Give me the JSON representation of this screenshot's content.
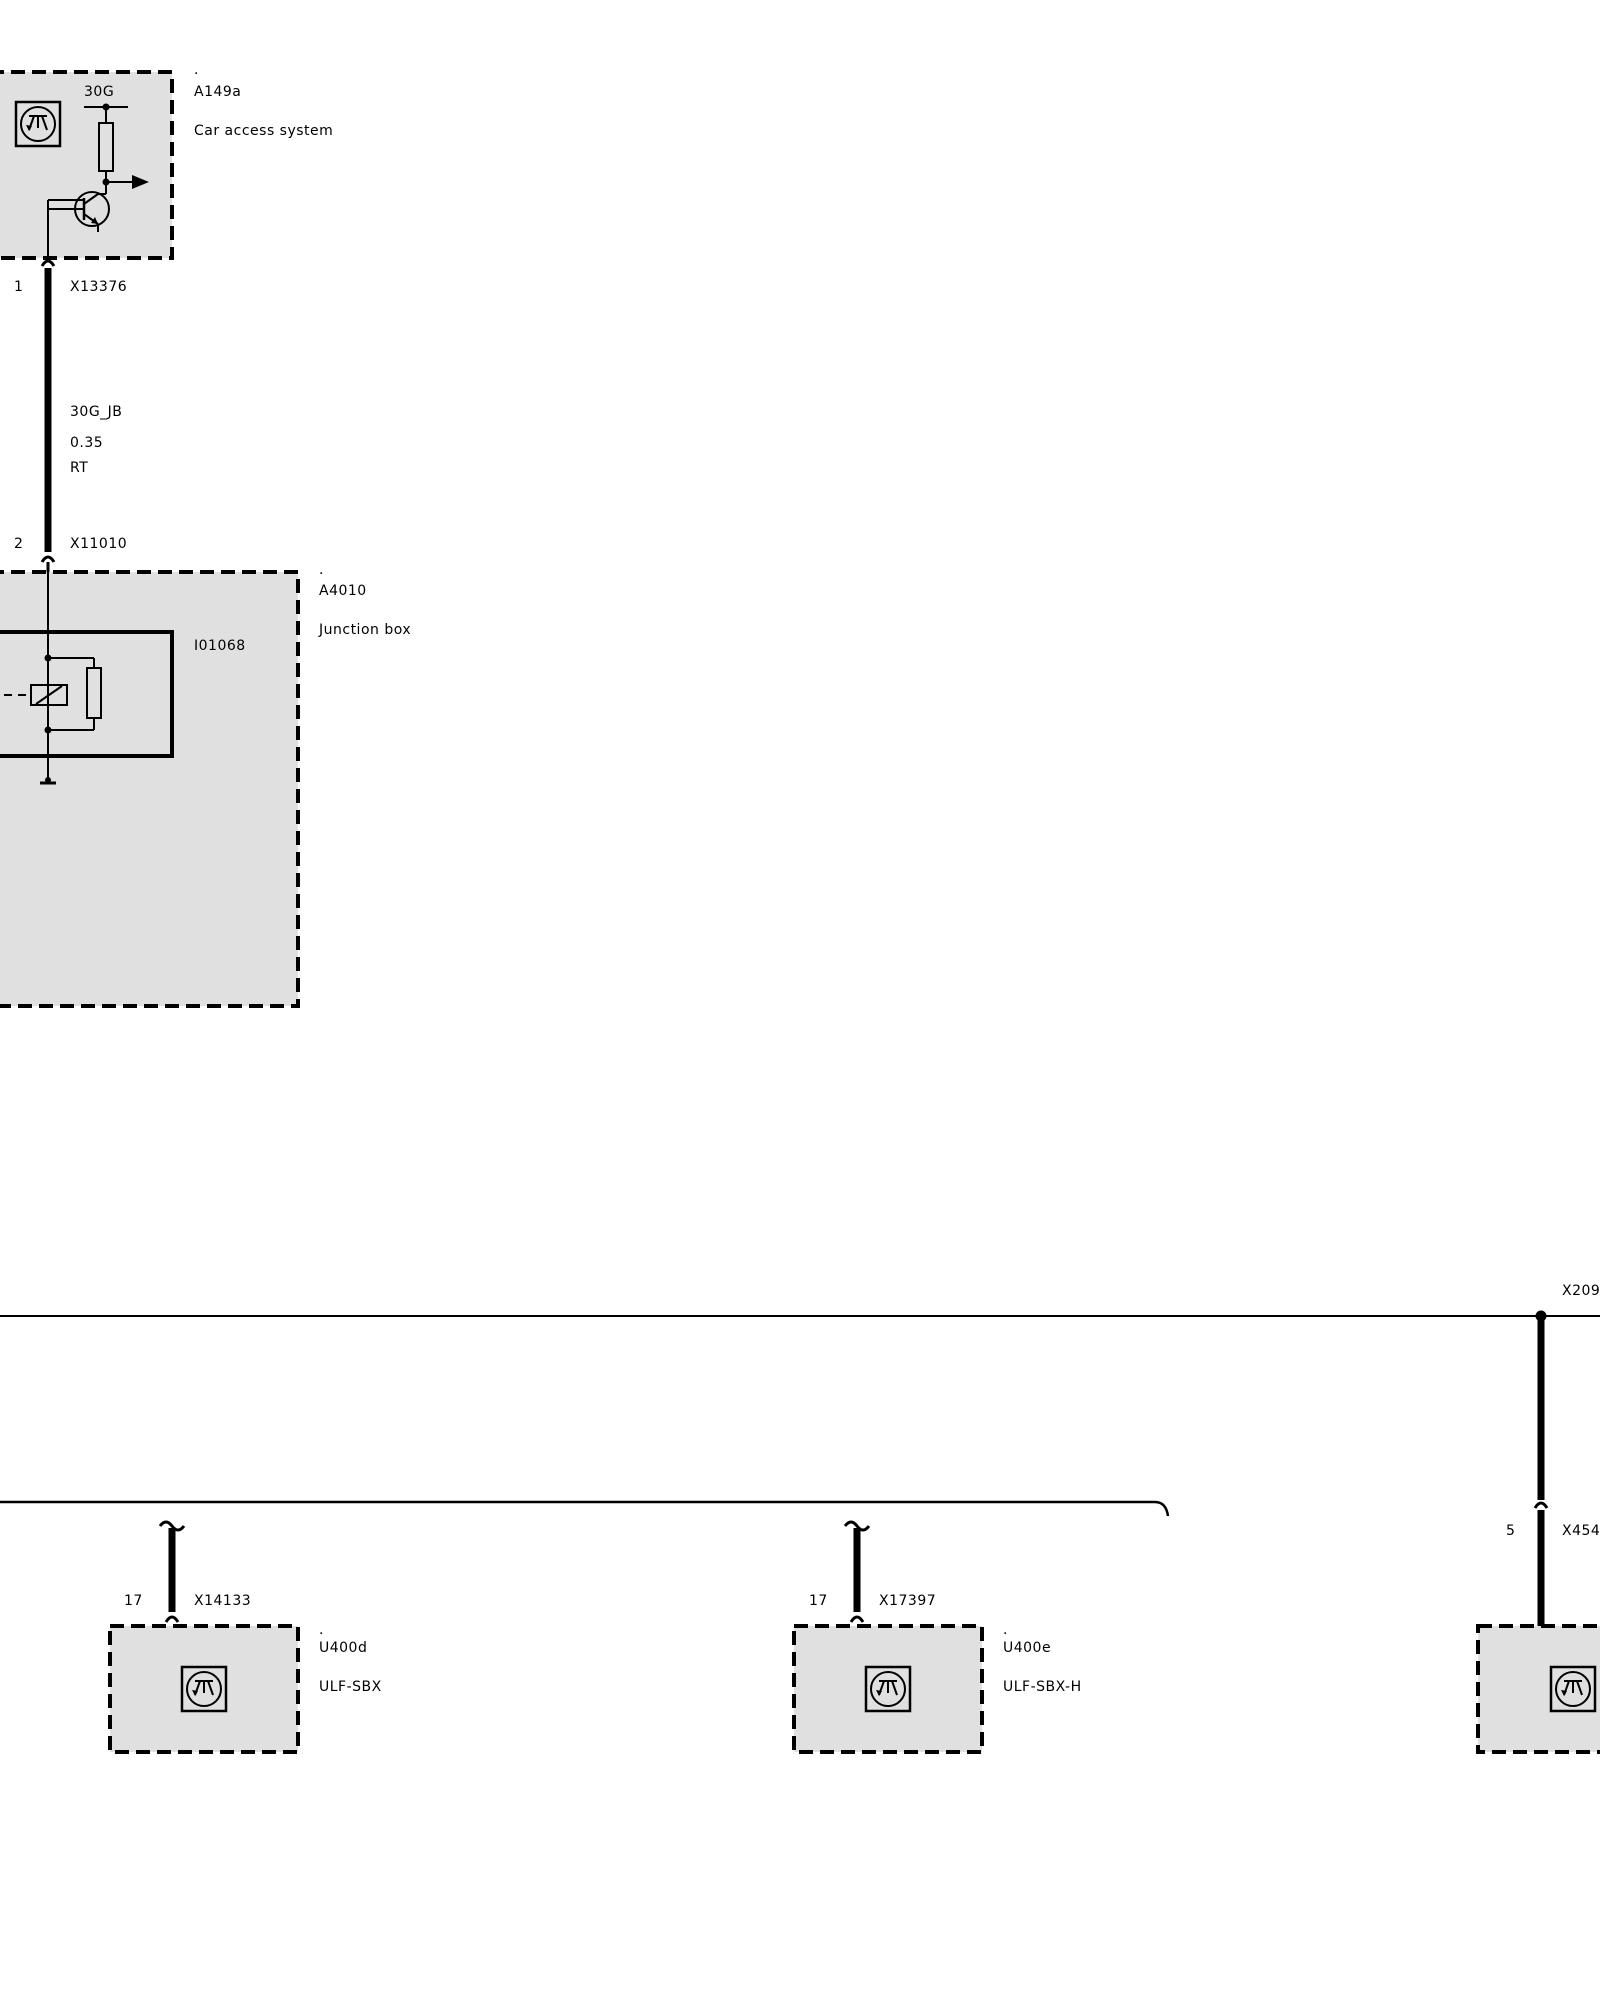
{
  "components": {
    "car_access": {
      "id": "A149a",
      "name": "Car access system",
      "dot": ".",
      "terminal": "30G"
    },
    "junction_box": {
      "id": "A4010",
      "name": "Junction box",
      "dot": ".",
      "internal_id": "I01068"
    },
    "ulf_sbx": {
      "id": "U400d",
      "name": "ULF-SBX",
      "dot": "."
    },
    "ulf_sbx_h": {
      "id": "U400e",
      "name": "ULF-SBX-H",
      "dot": "."
    }
  },
  "wire": {
    "name": "30G_JB",
    "cross_section": "0.35",
    "color": "RT"
  },
  "connectors": {
    "x13376": {
      "pin": "1",
      "id": "X13376"
    },
    "x11010": {
      "pin": "2",
      "id": "X11010"
    },
    "x14133": {
      "pin": "17",
      "id": "X14133"
    },
    "x17397": {
      "pin": "17",
      "id": "X17397"
    },
    "x454": {
      "pin": "5",
      "id": "X454"
    },
    "x209": {
      "id": "X209"
    }
  },
  "colors": {
    "module_fill": "#e0e0e0",
    "line": "#000000"
  }
}
